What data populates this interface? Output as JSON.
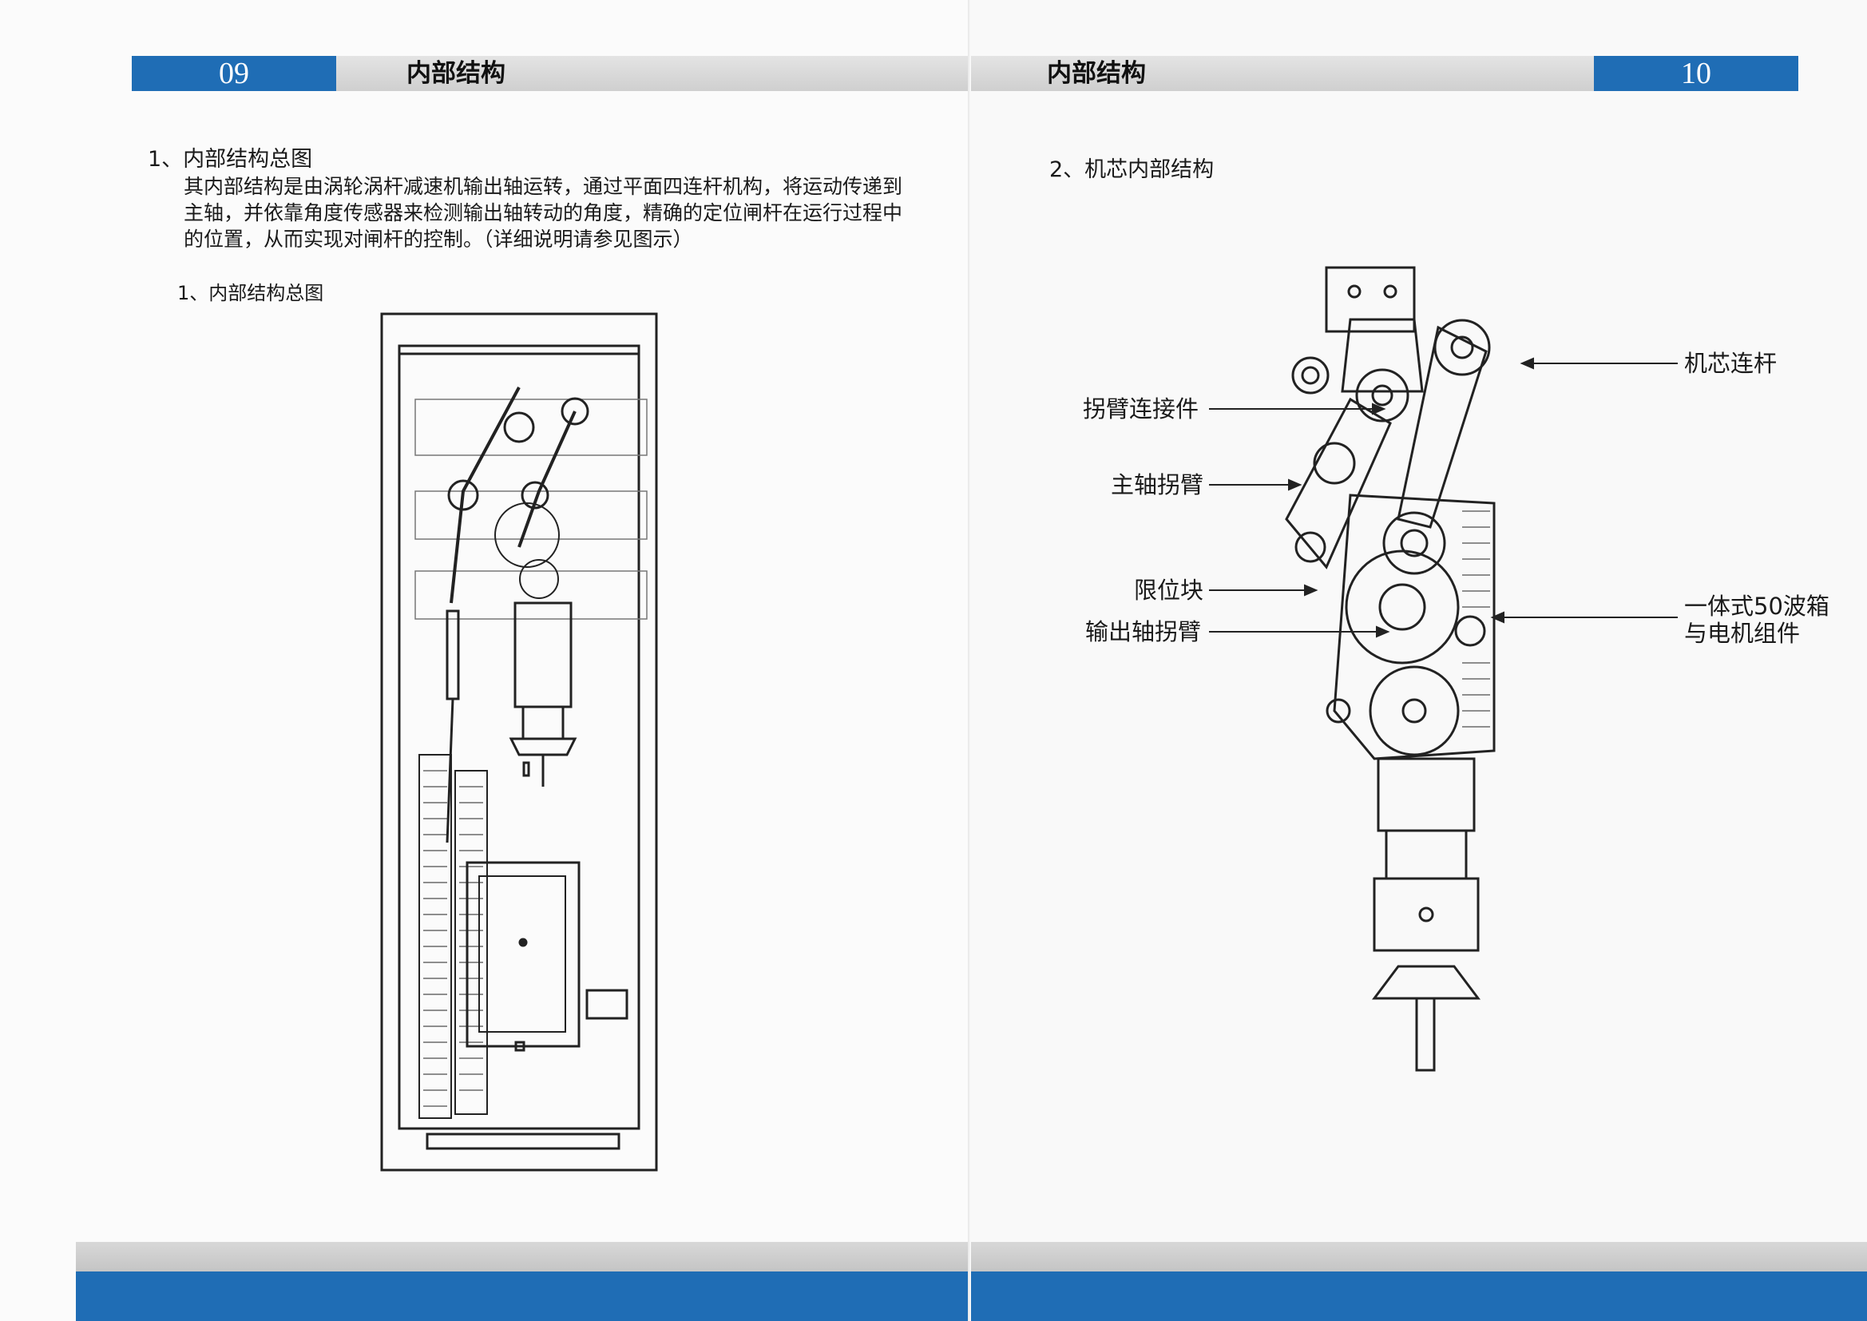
{
  "left_page": {
    "page_number": "09",
    "header_title": "内部结构",
    "section_heading": "1、内部结构总图",
    "paragraph": "其内部结构是由涡轮涡杆减速机输出轴运转，通过平面四连杆机构，将运动传递到主轴，并依靠角度传感器来检测输出轴转动的角度，精确的定位闸杆在运行过程中的位置，从而实现对闸杆的控制。（详细说明请参见图示）",
    "figure_caption": "1、内部结构总图"
  },
  "right_page": {
    "page_number": "10",
    "header_title": "内部结构",
    "section_heading": "2、机芯内部结构",
    "callouts": [
      {
        "label": "机芯连杆"
      },
      {
        "label": "拐臂连接件"
      },
      {
        "label": "主轴拐臂"
      },
      {
        "label": "限位块"
      },
      {
        "label": "输出轴拐臂"
      },
      {
        "label": "一体式50波箱\n与电机组件"
      }
    ]
  },
  "colors": {
    "accent_blue": "#1f6db5",
    "header_gray": "#d4d4d4",
    "line": "#222222"
  }
}
